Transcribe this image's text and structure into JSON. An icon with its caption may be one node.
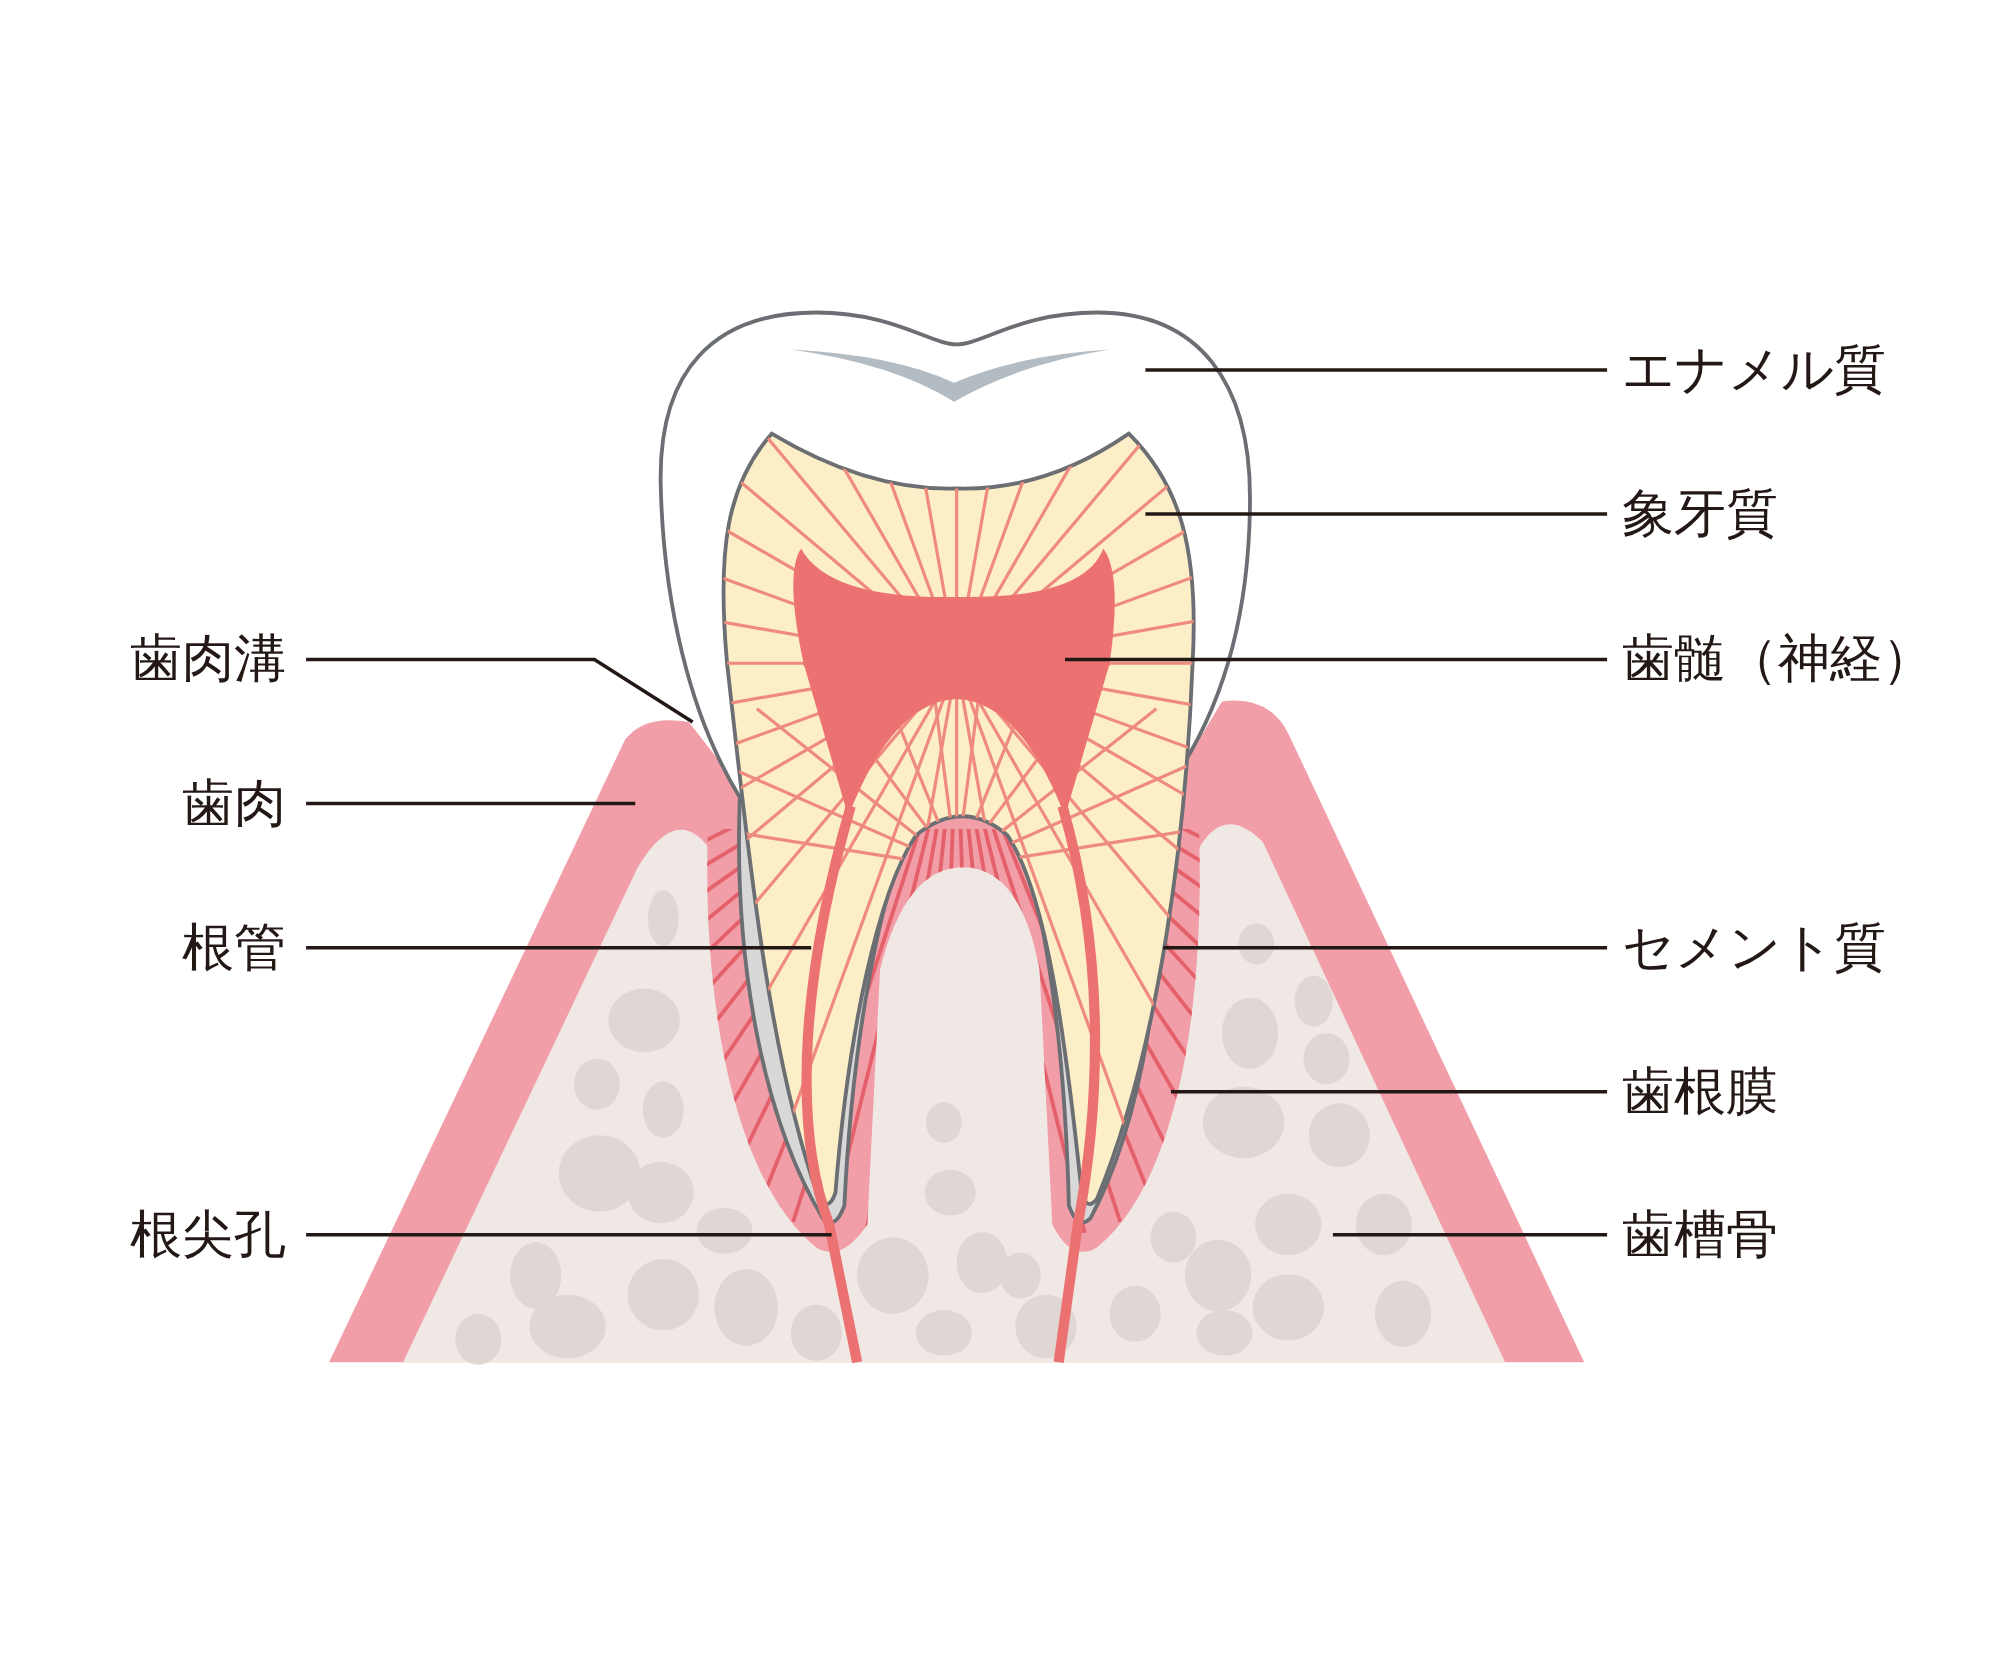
{
  "diagram": {
    "nodes": [
      {
        "text": [
          "エナメル質"
        ]
      },
      {
        "text": [
          "象牙質"
        ]
      },
      {
        "text": [
          "歯肉溝"
        ]
      },
      {
        "text": [
          "歯髄（神経）"
        ]
      },
      {
        "text": [
          "歯肉"
        ]
      },
      {
        "text": [
          "根管"
        ]
      },
      {
        "text": [
          "セメント質"
        ]
      },
      {
        "text": [
          "歯根膜"
        ]
      },
      {
        "text": [
          "根尖孔"
        ]
      },
      {
        "text": [
          "歯槽骨"
        ]
      }
    ],
    "edges": [
      {
        "from": 0,
        "to": null,
        "arrow": "none"
      },
      {
        "from": 1,
        "to": null,
        "arrow": "none"
      },
      {
        "from": 2,
        "to": null,
        "arrow": "none"
      },
      {
        "from": 3,
        "to": null,
        "arrow": "none"
      },
      {
        "from": 4,
        "to": null,
        "arrow": "none"
      },
      {
        "from": 5,
        "to": null,
        "arrow": "none"
      },
      {
        "from": 6,
        "to": null,
        "arrow": "none"
      },
      {
        "from": 7,
        "to": null,
        "arrow": "none"
      },
      {
        "from": 8,
        "to": null,
        "arrow": "none"
      },
      {
        "from": 9,
        "to": null,
        "arrow": "none"
      }
    ]
  }
}
